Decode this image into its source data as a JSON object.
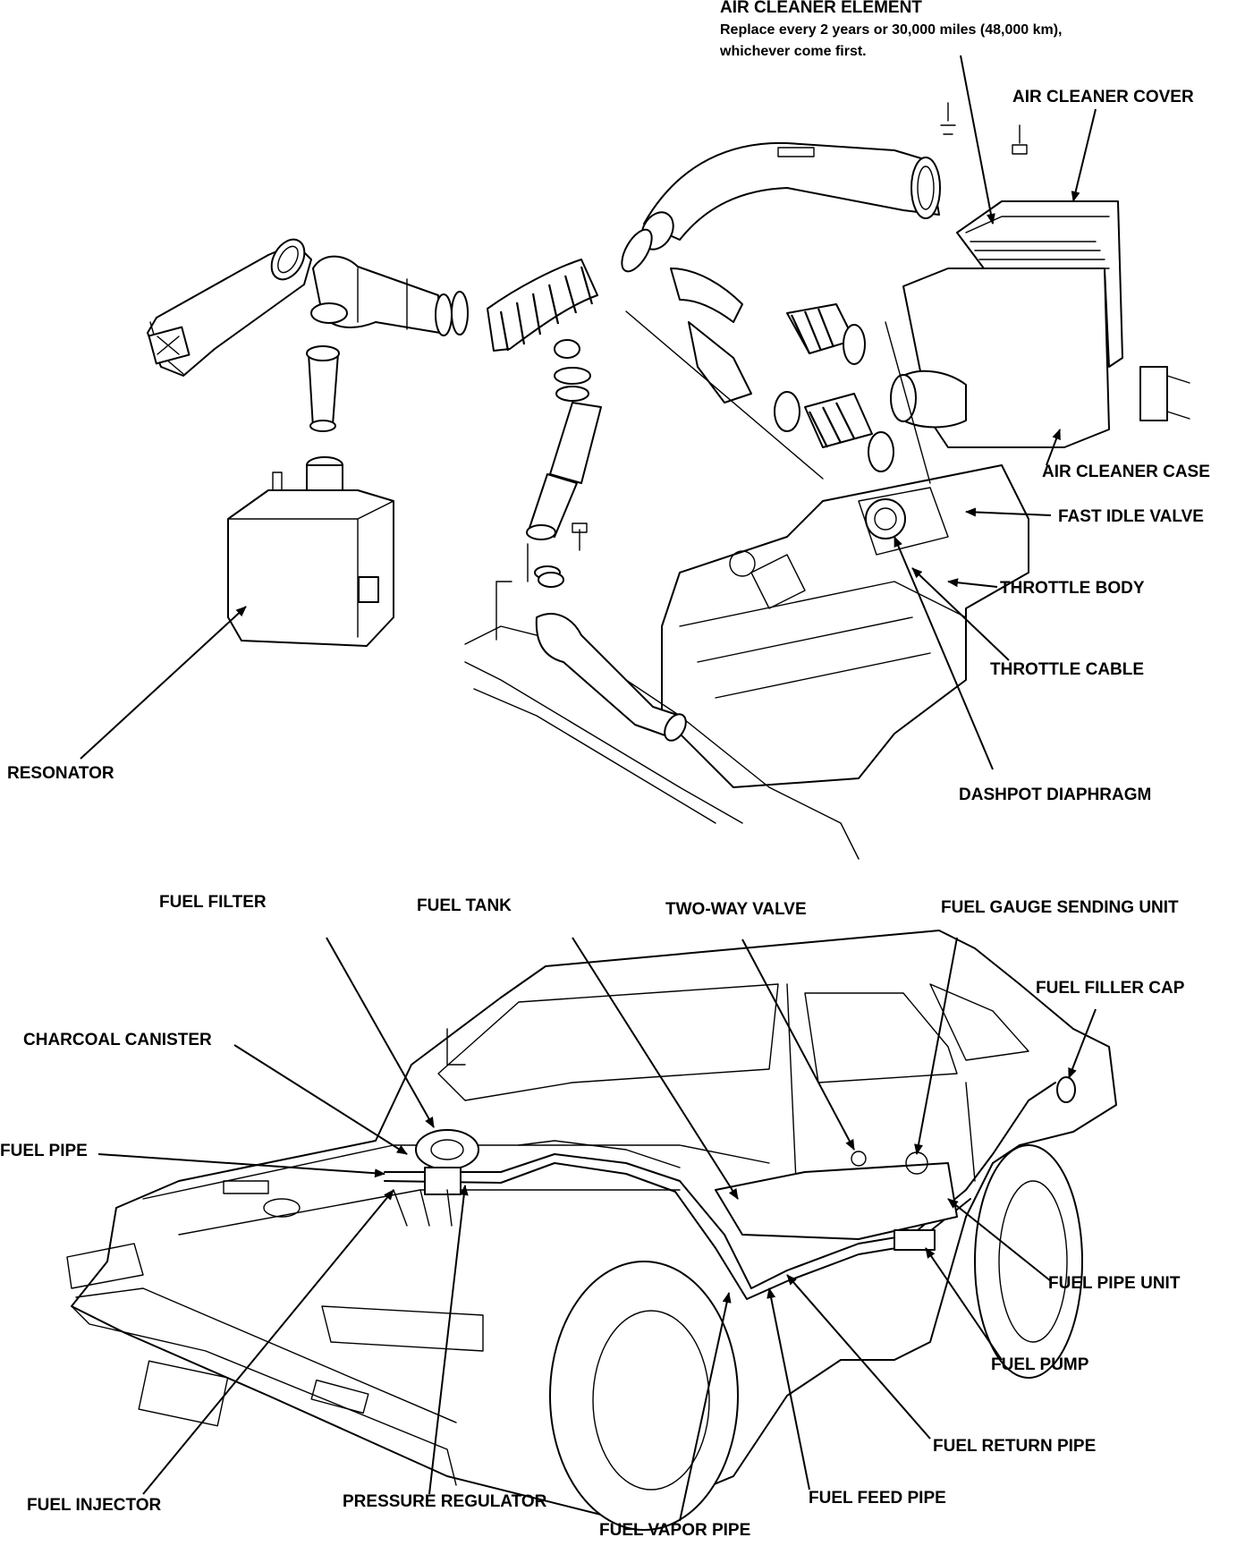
{
  "labels": {
    "air_cleaner_element": "AIR CLEANER ELEMENT",
    "air_cleaner_element_note_1": "Replace every 2 years or 30,000 miles (48,000 km),",
    "air_cleaner_element_note_2": "whichever come first.",
    "air_cleaner_cover": "AIR CLEANER COVER",
    "air_cleaner_case": "AIR CLEANER CASE",
    "fast_idle_valve": "FAST IDLE VALVE",
    "throttle_body": "THROTTLE BODY",
    "throttle_cable": "THROTTLE CABLE",
    "dashpot_diaphragm": "DASHPOT DIAPHRAGM",
    "resonator": "RESONATOR",
    "fuel_filter": "FUEL FILTER",
    "fuel_tank": "FUEL TANK",
    "two_way_valve": "TWO-WAY VALVE",
    "fuel_gauge_sending_unit": "FUEL GAUGE SENDING UNIT",
    "fuel_filler_cap": "FUEL FILLER CAP",
    "charcoal_canister": "CHARCOAL CANISTER",
    "fuel_pipe": "FUEL PIPE",
    "fuel_pipe_unit": "FUEL PIPE UNIT",
    "fuel_pump": "FUEL PUMP",
    "fuel_return_pipe": "FUEL RETURN PIPE",
    "fuel_feed_pipe": "FUEL FEED PIPE",
    "fuel_vapor_pipe": "FUEL VAPOR PIPE",
    "pressure_regulator": "PRESSURE REGULATOR",
    "fuel_injector": "FUEL INJECTOR"
  }
}
